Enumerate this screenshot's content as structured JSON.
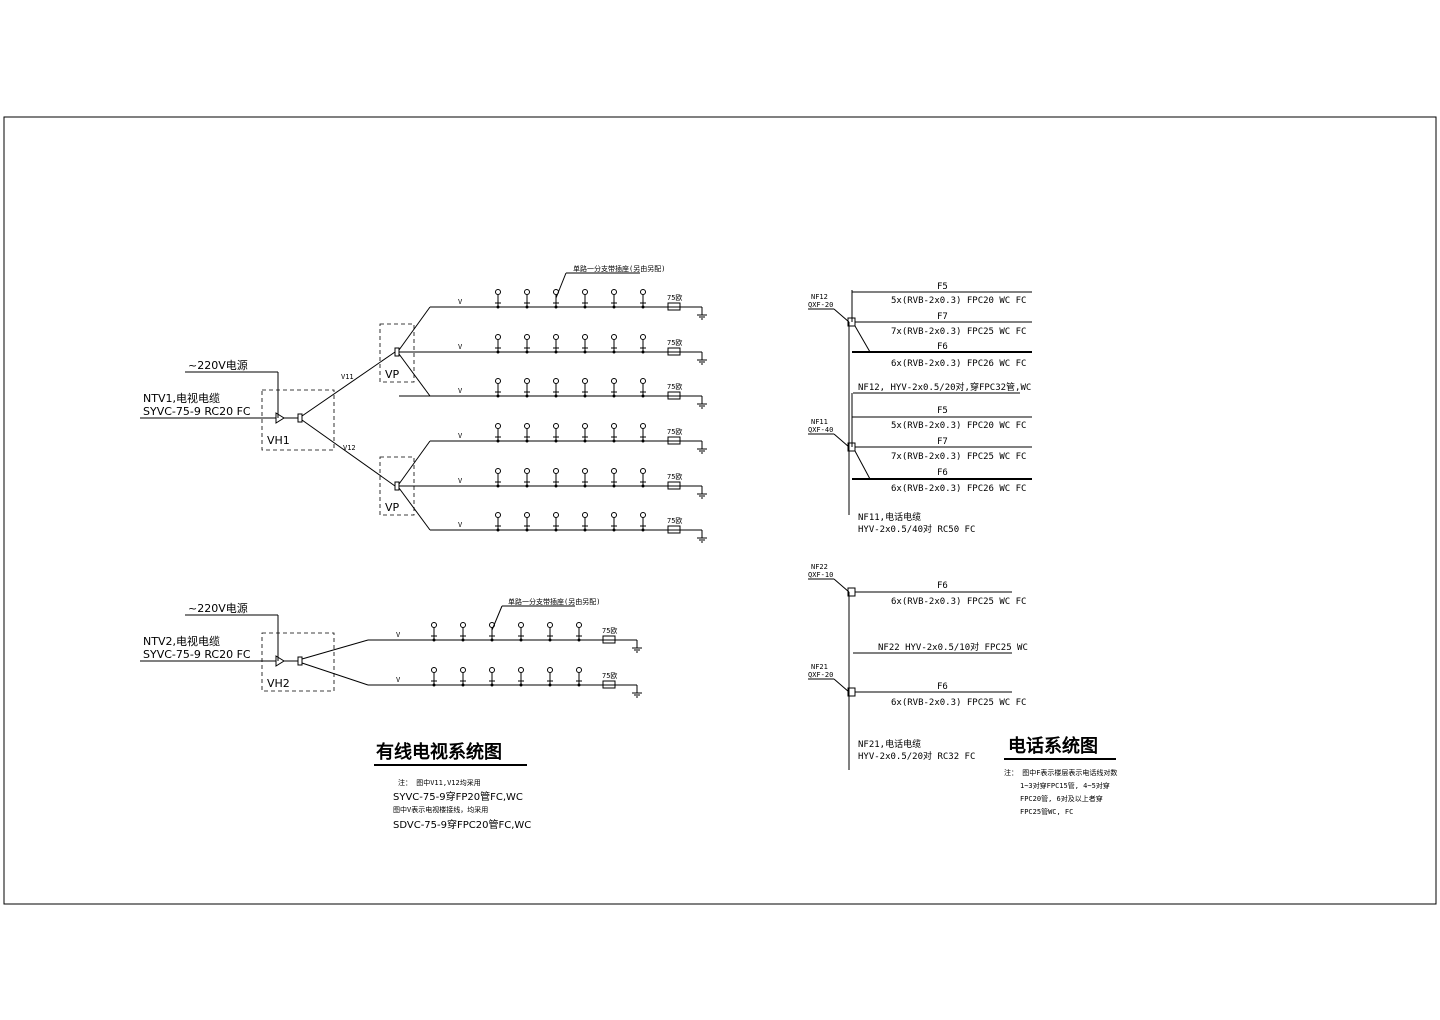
{
  "tv": {
    "source1_power": "~220V电源",
    "source1_cable": "NTV1,电视电缆",
    "source1_spec": "SYVC-75-9 RC20 FC",
    "amp1_label": "VH1",
    "branch1": "V11",
    "branch2": "V12",
    "splitter_label": "VP",
    "line_label": "V",
    "outlet_note": "单路一分支带插座(另由另配)",
    "terminal": "75欧",
    "source2_power": "~220V电源",
    "source2_cable": "NTV2,电视电缆",
    "source2_spec": "SYVC-75-9 RC20 FC",
    "amp2_label": "VH2",
    "title": "有线电视系统图",
    "notes": [
      "注：  图中V11,V12均采用",
      "SYVC-75-9穿FP20管FC,WC",
      "图中V表示电视楼接线，均采用",
      "SDVC-75-9穿FPC20管FC,WC"
    ]
  },
  "phone": {
    "box1": "NF12",
    "box1_sub": "QXF-20",
    "box2": "NF11",
    "box2_sub": "QXF-40",
    "box3": "NF22",
    "box3_sub": "QXF-10",
    "box4": "NF21",
    "box4_sub": "QXF-20",
    "f5": "F5",
    "f7": "F7",
    "f6": "F6",
    "spec_f5": "5x(RVB-2x0.3) FPC20 WC FC",
    "spec_f7": "7x(RVB-2x0.3) FPC25 WC FC",
    "spec_f6": "6x(RVB-2x0.3) FPC26 WC FC",
    "spec_f6b": "6x(RVB-2x0.3) FPC25 WC FC",
    "riser1": "NF12, HYV-2x0.5/20对,穿FPC32管,WC",
    "main1_a": "NF11,电话电缆",
    "main1_b": "HYV-2x0.5/40对 RC50 FC",
    "riser2": "NF22 HYV-2x0.5/10对 FPC25 WC",
    "main2_a": "NF21,电话电缆",
    "main2_b": "HYV-2x0.5/20对 RC32 FC",
    "title": "电话系统图",
    "notes": [
      "注：  图中F表示楼层表示电话线对数",
      "1~3对穿FPC15管, 4~5对穿",
      "FPC20管, 6对及以上者穿",
      "FPC25管WC, FC"
    ]
  }
}
